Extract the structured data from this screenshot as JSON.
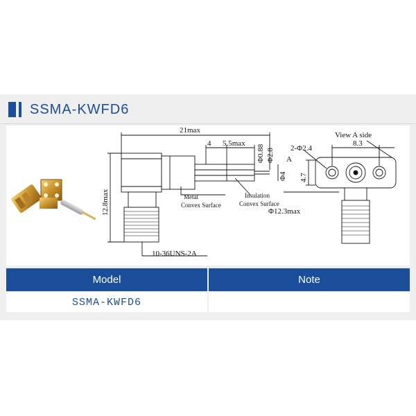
{
  "heading": {
    "title": "SSMA-KWFD6"
  },
  "drawing": {
    "labels": {
      "overall_length": "21max",
      "dim_4": "4",
      "dim_5_5": "5.5max",
      "dia_0_88": "Φ0.88",
      "dia_2_8": "Φ2.8",
      "dia_4": "Φ4",
      "section_a": "A",
      "height_12_8": "12.8max",
      "metal": "Metal",
      "metal_convex": "Convex Surface",
      "insulation": "Insulation",
      "insulation_convex": "Convex Surface",
      "dia_12_3": "Φ12.3max",
      "thread": "10-36UNS-2A",
      "view_a": "View A side",
      "holes": "2-Φ2.4",
      "dim_8_3": "8.3",
      "dim_4_7": "4.7"
    }
  },
  "table": {
    "headers": {
      "model": "Model",
      "note": "Note"
    },
    "rows": [
      {
        "model": "SSMA-KWFD6",
        "note": ""
      }
    ]
  },
  "colors": {
    "accent": "#1a4d9a",
    "panel": "#efefef"
  }
}
